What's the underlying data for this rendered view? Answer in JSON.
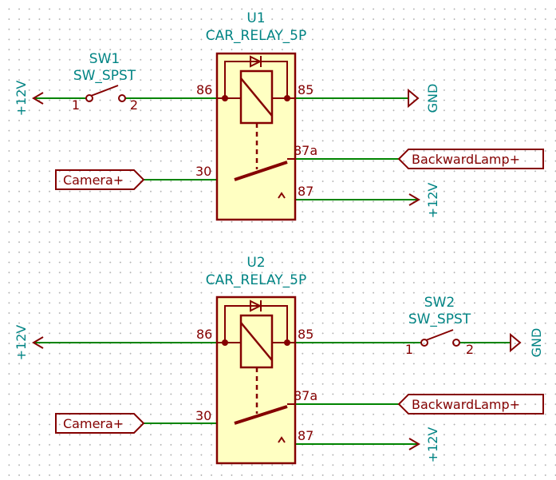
{
  "relay1": {
    "ref": "U1",
    "value": "CAR_RELAY_5P",
    "pin86": "86",
    "pin85": "85",
    "pin30": "30",
    "pin87a": "87a",
    "pin87": "87"
  },
  "relay2": {
    "ref": "U2",
    "value": "CAR_RELAY_5P",
    "pin86": "86",
    "pin85": "85",
    "pin30": "30",
    "pin87a": "87a",
    "pin87": "87"
  },
  "switch1": {
    "ref": "SW1",
    "value": "SW_SPST",
    "pin1": "1",
    "pin2": "2"
  },
  "switch2": {
    "ref": "SW2",
    "value": "SW_SPST",
    "pin1": "1",
    "pin2": "2"
  },
  "power": {
    "vcc1": "+12V",
    "gnd1": "GND",
    "vcc87_1": "+12V",
    "vcc2": "+12V",
    "gnd2": "GND",
    "vcc87_2": "+12V"
  },
  "labels": {
    "camera1": "Camera+",
    "lamp1": "BackwardLamp+",
    "camera2": "Camera+",
    "lamp2": "BackwardLamp+"
  },
  "colors": {
    "wire": "#008400",
    "symbol": "#840000",
    "fill": "#ffffc2",
    "text": "#008484"
  }
}
